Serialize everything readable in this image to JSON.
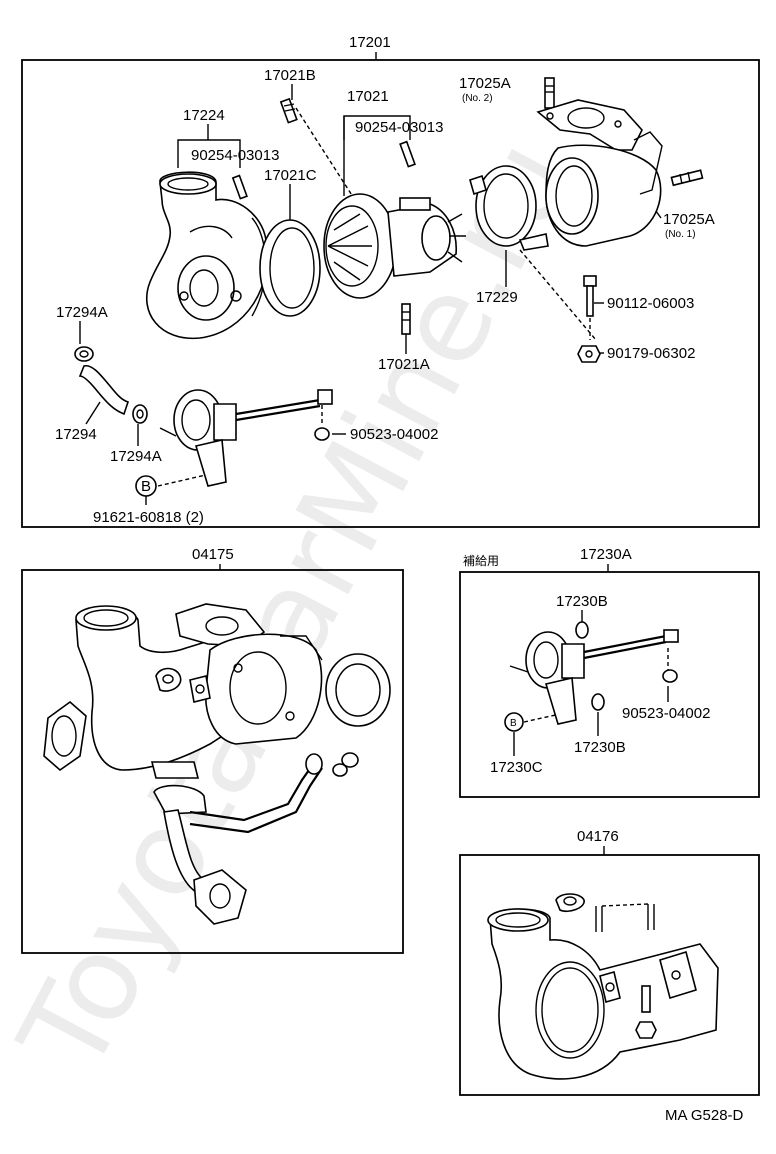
{
  "watermark": "ToyotaCarMine.ru",
  "footer_code": "MA G528-D",
  "main_assembly": {
    "part_number": "17201",
    "labels": {
      "p17021B": "17021B",
      "p17021": "17021",
      "p17025A_top": "17025A",
      "p17025A_top_note": "(No. 2)",
      "p17224": "17224",
      "p90254_right": "90254-03013",
      "p90254_left": "90254-03013",
      "p17021C": "17021C",
      "p17025A_right": "17025A",
      "p17025A_right_note": "(No. 1)",
      "p17229": "17229",
      "p90112": "90112-06003",
      "p90179": "90179-06302",
      "p17294A_top": "17294A",
      "p17294": "17294",
      "p17294A_bottom": "17294A",
      "p90523": "90523-04002",
      "p17021A": "17021A",
      "p91621": "91621-60818 (2)"
    }
  },
  "exhaust_assembly": {
    "part_number": "04175"
  },
  "actuator_kit": {
    "part_number": "17230A",
    "note_jp": "補給用",
    "labels": {
      "p17230B_top": "17230B",
      "p90523": "90523-04002",
      "p17230C": "17230C",
      "p17230B_bottom": "17230B"
    }
  },
  "compressor_assembly": {
    "part_number": "04176"
  },
  "bolt_marker": "B"
}
